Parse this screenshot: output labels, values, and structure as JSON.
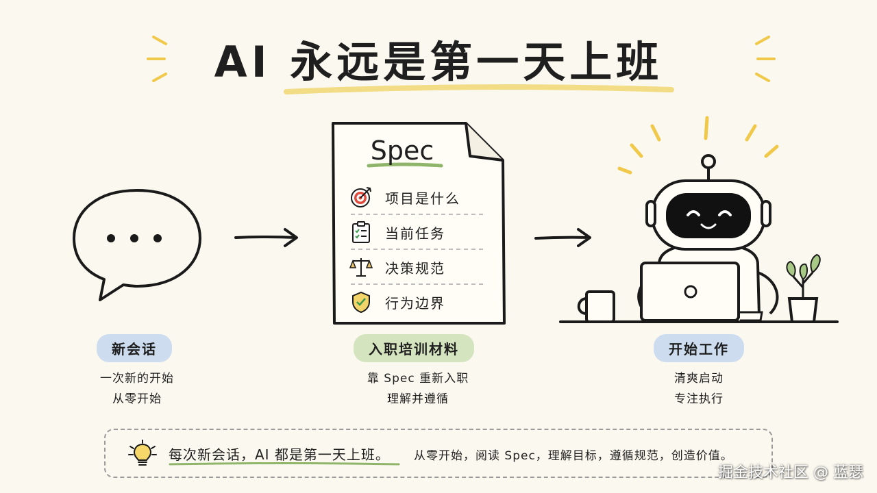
{
  "title": "AI 永远是第一天上班",
  "colors": {
    "background": "#fbf8ef",
    "title_underline": "#f2dc86",
    "sun_rays": "#f0c84a",
    "blue_pill": "#cdddef",
    "green_pill": "#d4e4bf",
    "green_accent": "#8fb56a"
  },
  "steps": [
    {
      "label": "新会话",
      "icon": "speech-bubble-icon",
      "caption": [
        "一次新的开始",
        "从零开始"
      ]
    },
    {
      "label": "入职培训材料",
      "icon": "document-icon",
      "caption": [
        "靠 Spec 重新入职",
        "理解并遵循"
      ]
    },
    {
      "label": "开始工作",
      "icon": "robot-icon",
      "caption": [
        "清爽启动",
        "专注执行"
      ]
    }
  ],
  "spec": {
    "title": "Spec",
    "items": [
      {
        "icon": "target-icon",
        "label": "项目是什么"
      },
      {
        "icon": "clipboard-icon",
        "label": "当前任务"
      },
      {
        "icon": "scales-icon",
        "label": "决策规范"
      },
      {
        "icon": "shield-icon",
        "label": "行为边界"
      }
    ]
  },
  "footer": {
    "icon": "lightbulb-icon",
    "main": "每次新会话，AI 都是第一天上班。",
    "sub": "从零开始，阅读 Spec，理解目标，遵循规范，创造价值。"
  },
  "watermark": "掘金技术社区 @ 蓝瑟"
}
